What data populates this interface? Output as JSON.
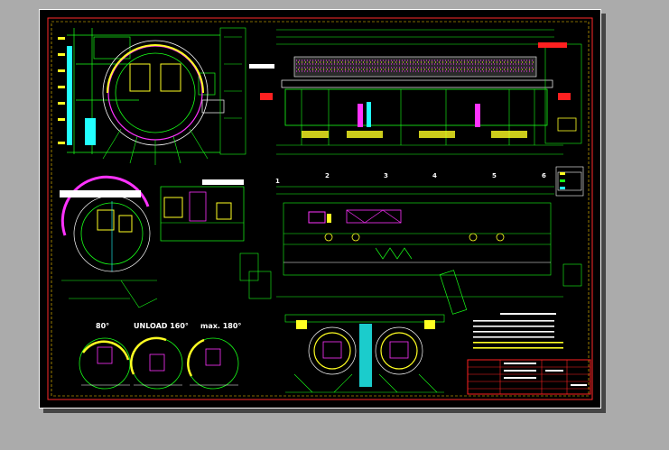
{
  "sheet": {
    "background": "#000000",
    "paper_border_color": "#ffffff",
    "frame_color": "#ff2a2a",
    "dash_color": "#ffd000"
  },
  "grid_labels": [
    "1",
    "2",
    "3",
    "4",
    "5",
    "6"
  ],
  "view_labels": [
    "80°",
    "UNLOAD 160°",
    "max. 180°"
  ],
  "palette": {
    "green": "#18ff18",
    "yellow": "#ffff22",
    "cyan": "#22ffff",
    "magenta": "#ff33ff",
    "red": "#ff2020",
    "white": "#ffffff",
    "blue": "#3a6bff"
  }
}
